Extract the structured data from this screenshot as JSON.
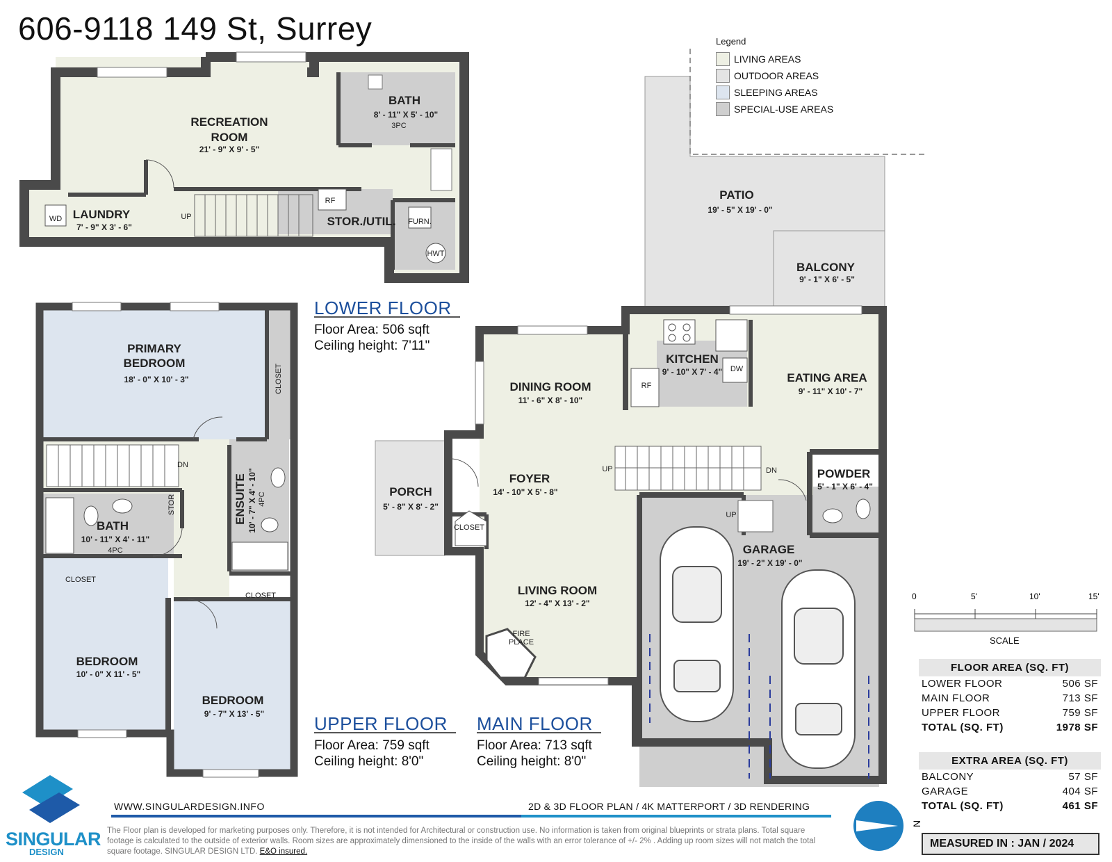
{
  "title": "606-9118 149 St, Surrey",
  "legend": {
    "title": "Legend",
    "items": [
      {
        "label": "LIVING AREAS",
        "color": "#eef0e4"
      },
      {
        "label": "OUTDOOR AREAS",
        "color": "#e4e4e4"
      },
      {
        "label": "SLEEPING AREAS",
        "color": "#dde5ef"
      },
      {
        "label": "SPECIAL-USE AREAS",
        "color": "#cfcfcf"
      }
    ]
  },
  "rooms": {
    "recreation": {
      "name1": "RECREATION",
      "name2": "ROOM",
      "dim": "21' - 9\" X 9' - 5\""
    },
    "bath_lower": {
      "name": "BATH",
      "dim": "8' - 11\" X 5' - 10\"",
      "type": "3PC"
    },
    "laundry": {
      "name": "LAUNDRY",
      "dim": "7' - 9\" X 3' - 6\""
    },
    "stor_util": {
      "name": "STOR./UTIL."
    },
    "primary_bedroom": {
      "name1": "PRIMARY",
      "name2": "BEDROOM",
      "dim": "18' - 0\" X 10' - 3\""
    },
    "ensuite": {
      "name": "ENSUITE",
      "dim": "10' - 7\" X 4' - 10\"",
      "type": "4PC"
    },
    "bath_upper": {
      "name": "BATH",
      "dim": "10' - 11\" X 4' - 11\"",
      "type": "4PC"
    },
    "bedroom_1": {
      "name": "BEDROOM",
      "dim": "10' - 0\" X 11' - 5\""
    },
    "bedroom_2": {
      "name": "BEDROOM",
      "dim": "9' - 7\" X 13' - 5\""
    },
    "patio": {
      "name": "PATIO",
      "dim": "19' - 5\" X 19' - 0\""
    },
    "balcony": {
      "name": "BALCONY",
      "dim": "9' - 1\" X 6' - 5\""
    },
    "kitchen": {
      "name": "KITCHEN",
      "dim": "9' - 10\" X 7' - 4\""
    },
    "dining": {
      "name": "DINING ROOM",
      "dim": "11' - 6\" X 8' - 10\""
    },
    "eating": {
      "name": "EATING AREA",
      "dim": "9' - 11\" X 10' - 7\""
    },
    "foyer": {
      "name": "FOYER",
      "dim": "14' - 10\" X 5' - 8\""
    },
    "porch": {
      "name": "PORCH",
      "dim": "5' - 8\" X 8' - 2\""
    },
    "powder": {
      "name": "POWDER",
      "dim": "5' - 1\" X 6' - 4\""
    },
    "garage": {
      "name": "GARAGE",
      "dim": "19' - 2\" X 19' - 0\""
    },
    "living": {
      "name": "LIVING ROOM",
      "dim": "12' - 4\" X 13' - 2\""
    }
  },
  "fixtures": {
    "wd": "WD",
    "furn": "FURN.",
    "hwt": "HWT",
    "rf": "RF",
    "dw": "DW",
    "closet": "CLOSET",
    "stor": "STOR",
    "up": "UP",
    "dn": "DN",
    "fire1": "FIRE",
    "fire2": "PLACE"
  },
  "floors": {
    "lower": {
      "heading": "LOWER FLOOR",
      "area": "Floor Area: 506 sqft",
      "ceiling": "Ceiling height: 7'11\""
    },
    "upper": {
      "heading": "UPPER FLOOR",
      "area": "Floor Area: 759 sqft",
      "ceiling": "Ceiling height: 8'0\""
    },
    "main": {
      "heading": "MAIN FLOOR",
      "area": "Floor Area: 713 sqft",
      "ceiling": "Ceiling height: 8'0\""
    }
  },
  "scale": {
    "ticks": [
      "0",
      "5'",
      "10'",
      "15'"
    ],
    "label": "SCALE"
  },
  "floor_area_table": {
    "header": "FLOOR AREA (SQ. FT)",
    "rows": [
      {
        "label": "LOWER FLOOR",
        "value": "506 SF"
      },
      {
        "label": "MAIN FLOOR",
        "value": "713 SF"
      },
      {
        "label": "UPPER FLOOR",
        "value": "759 SF"
      }
    ],
    "total": {
      "label": "TOTAL (SQ. FT)",
      "value": "1978 SF"
    }
  },
  "extra_area_table": {
    "header": "EXTRA AREA (SQ. FT)",
    "rows": [
      {
        "label": "BALCONY",
        "value": "57 SF"
      },
      {
        "label": "GARAGE",
        "value": "404 SF"
      }
    ],
    "total": {
      "label": "TOTAL (SQ. FT)",
      "value": "461 SF"
    }
  },
  "measured": "MEASURED IN : JAN / 2024",
  "footer": {
    "website": "WWW.SINGULARDESIGN.INFO",
    "services": "2D & 3D FLOOR PLAN / 4K MATTERPORT / 3D RENDERING",
    "disclaimer": "The Floor plan is developed for marketing purposes only. Therefore, it is not intended for Architectural or construction use. No information is taken from original blueprints or strata plans. Total square footage is calculated to the outside of exterior walls. Room sizes are approximately dimensioned to the inside of the walls with an error tolerance of +/- 2% . Adding up room sizes will not match the total square footage. SINGULAR DESIGN LTD.",
    "eo": "E&O insured."
  },
  "brand": {
    "name": "SINGULAR",
    "sub": "DESIGN"
  },
  "compass": "N"
}
